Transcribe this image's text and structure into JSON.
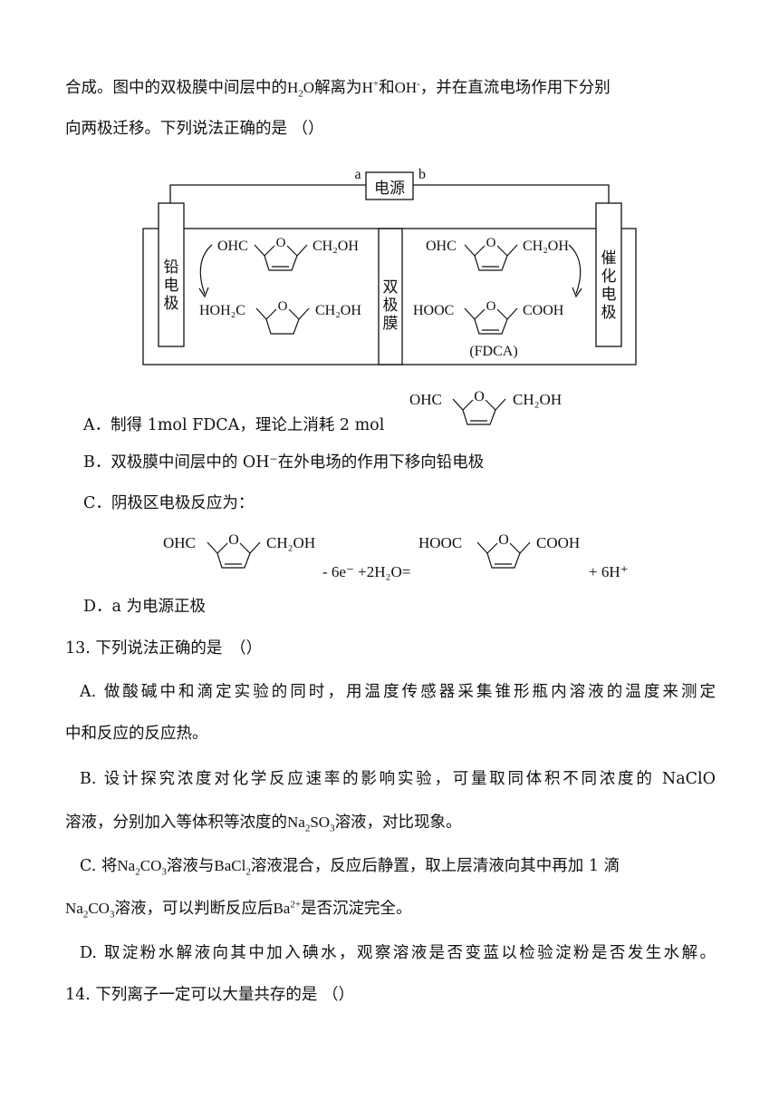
{
  "intro": {
    "line1_part1": "合成。图中的双极膜中间层中的",
    "line1_part2": "解离为",
    "line1_part3": "和",
    "line1_part4": "，并在直流电场作用下分别",
    "line2": "向两极迁移。下列说法正确的是 （）"
  },
  "diagram": {
    "terminal_a": "a",
    "terminal_b": "b",
    "power_source": "电源",
    "left_electrode": [
      "铅",
      "电",
      "极"
    ],
    "membrane": [
      "双",
      "极",
      "膜"
    ],
    "right_electrode": [
      "催",
      "化",
      "电",
      "极"
    ],
    "fdca_label": "(FDCA)",
    "sub_OHC": "OHC",
    "sub_CH2OH": "CH₂OH",
    "sub_HOH2C": "HOH₂C",
    "sub_HOOC": "HOOC",
    "sub_COOH": "COOH",
    "ring_O": "O"
  },
  "q12": {
    "A_text": "A．制得 1mol FDCA，理论上消耗 2 mol",
    "B_text": "B．双极膜中间层中的 OH⁻在外电场的作用下移向铅电极",
    "C_text": "C．阴极区电极反应为：",
    "C_minus": "- 6e⁻ +2H₂O=",
    "C_plus": "+ 6H⁺",
    "D_text": "D．a 为电源正极"
  },
  "q13": {
    "stem": "13. 下列说法正确的是　（）",
    "A1": "A. 做酸碱中和滴定实验的同时，用温度传感器采集锥形瓶内溶液的温度来测定",
    "A2": "中和反应的反应热。",
    "B1": "B. 设计探究浓度对化学反应速率的影响实验，可量取同体积不同浓度的 NaClO",
    "B2_a": "溶液，分别加入等体积等浓度的",
    "B2_b": "溶液，对比现象。",
    "C1_a": "C. 将",
    "C1_b": "溶液与",
    "C1_c": "溶液混合，反应后静置，取上层清液向其中再加 1 滴",
    "C2_a": "溶液，可以判断反应后",
    "C2_b": "是否沉淀完全。",
    "D1": "D. 取淀粉水解液向其中加入碘水，观察溶液是否变蓝以检验淀粉是否发生水解。"
  },
  "q14": {
    "stem": "14. 下列离子一定可以大量共存的是 （）"
  }
}
